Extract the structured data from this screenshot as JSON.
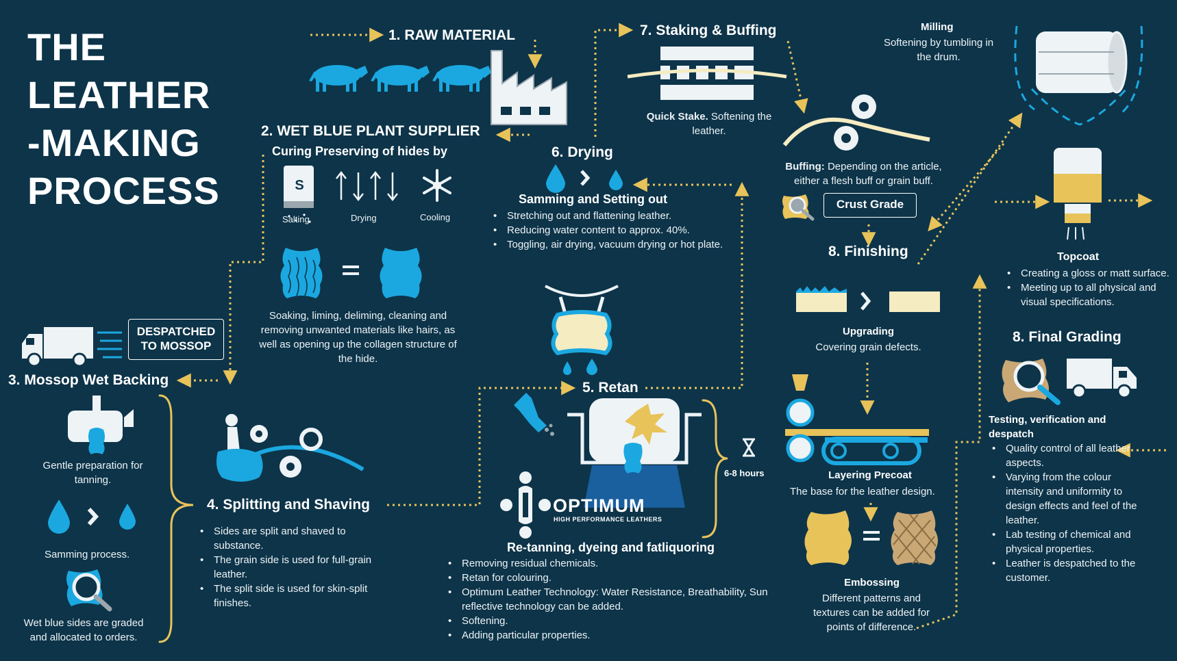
{
  "title": [
    "THE",
    "LEATHER",
    "-MAKING",
    "PROCESS"
  ],
  "colors": {
    "background": "#0d3449",
    "accent_blue": "#1ba8e0",
    "accent_gold": "#e8c35a",
    "cream": "#f5ecc2"
  },
  "step1": {
    "title": "1. RAW MATERIAL"
  },
  "step2": {
    "title": "2. WET BLUE PLANT SUPPLIER",
    "subtitle": "Curing Preserving of hides by",
    "methods": [
      "Salting",
      "Drying",
      "Cooling"
    ],
    "salt_letter": "S",
    "description": "Soaking, liming, deliming, cleaning and removing unwanted materials like hairs, as well as opening up the collagen structure of the hide."
  },
  "despatch": {
    "label_line1": "DESPATCHED",
    "label_line2": "TO MOSSOP"
  },
  "step3": {
    "title": "3. Mossop Wet Backing",
    "item1": "Gentle preparation for tanning.",
    "item2": "Samming process.",
    "item3": "Wet blue sides are graded and allocated to orders."
  },
  "step4": {
    "title": "4. Splitting and Shaving",
    "bullets": [
      "Sides are split and shaved to substance.",
      "The grain side is used for full-grain leather.",
      "The split side is used for skin-split finishes."
    ]
  },
  "step5": {
    "title": "5. Retan",
    "duration": "6-8 hours",
    "logo_main": "OPTIMUM",
    "logo_sub": "HIGH PERFORMANCE LEATHERS",
    "subtitle": "Re-tanning, dyeing and fatliquoring",
    "bullets": [
      "Removing residual chemicals.",
      "Retan for colouring.",
      "Optimum Leather Technology: Water Resistance, Breathability, Sun reflective technology can be added.",
      "Softening.",
      "Adding particular properties."
    ]
  },
  "step6": {
    "title": "6. Drying",
    "subtitle": "Samming and Setting out",
    "bullets": [
      "Stretching out and flattening leather.",
      "Reducing water content to approx. 40%.",
      "Toggling, air drying, vacuum drying or hot plate."
    ]
  },
  "step7": {
    "title": "7. Staking & Buffing",
    "quick_stake_bold": "Quick Stake.",
    "quick_stake_text": "Softening the leather.",
    "buffing_bold": "Buffing:",
    "buffing_text": "Depending on the article, either a flesh buff or grain buff.",
    "crust": "Crust Grade"
  },
  "milling": {
    "title": "Milling",
    "text": "Softening by tumbling in the drum."
  },
  "step8": {
    "title": "8. Finishing",
    "upgrading_title": "Upgrading",
    "upgrading_text": "Covering grain defects.",
    "precoat_title": "Layering Precoat",
    "precoat_text": "The base for the leather design.",
    "embossing_title": "Embossing",
    "embossing_text": "Different patterns and textures can be added for points of difference."
  },
  "topcoat": {
    "title": "Topcoat",
    "bullets": [
      "Creating a gloss or matt surface.",
      "Meeting up to all physical and visual specifications."
    ]
  },
  "step8b": {
    "title": "8. Final Grading",
    "subtitle": "Testing, verification and despatch",
    "bullets": [
      "Quality control of all leather aspects.",
      "Varying from the colour intensity and uniformity to design effects and feel of the leather.",
      "Lab testing of chemical and physical properties.",
      "Leather is despatched to the customer."
    ]
  }
}
